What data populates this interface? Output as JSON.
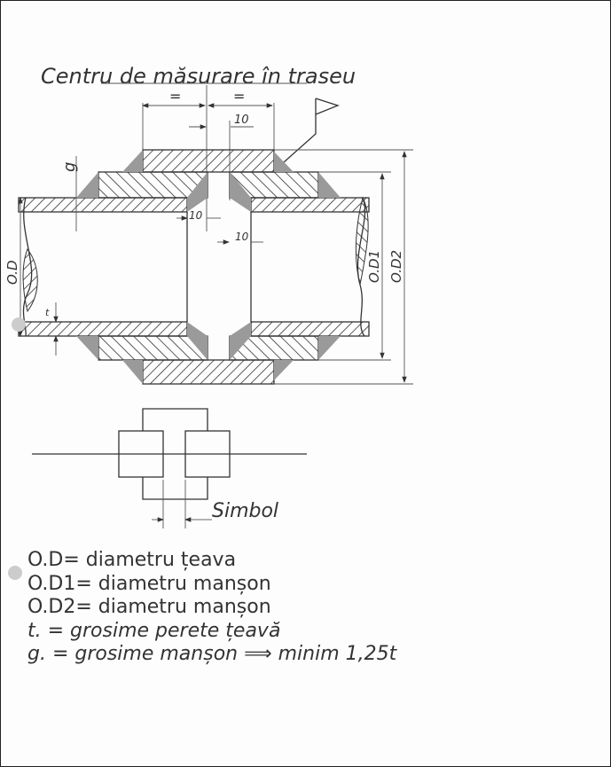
{
  "title": "Centru de măsurare în traseu",
  "dimensions": {
    "equal_left": "=",
    "equal_right": "=",
    "offset_top": "10",
    "offset_mid_left": "10",
    "offset_mid_right": "10",
    "sleeve_thickness": "g",
    "pipe_wall": "t",
    "pipe_diameter": "O.D",
    "sleeve1_diameter": "O.D1",
    "sleeve2_diameter": "O.D2"
  },
  "symbol_label": "Simbol",
  "legend": [
    "O.D= diametru țeava",
    "O.D1= diametru manșon",
    "O.D2= diametru manșon",
    "t. = grosime perete țeavă",
    "g. = grosime manșon ⟹ minim 1,25t"
  ]
}
